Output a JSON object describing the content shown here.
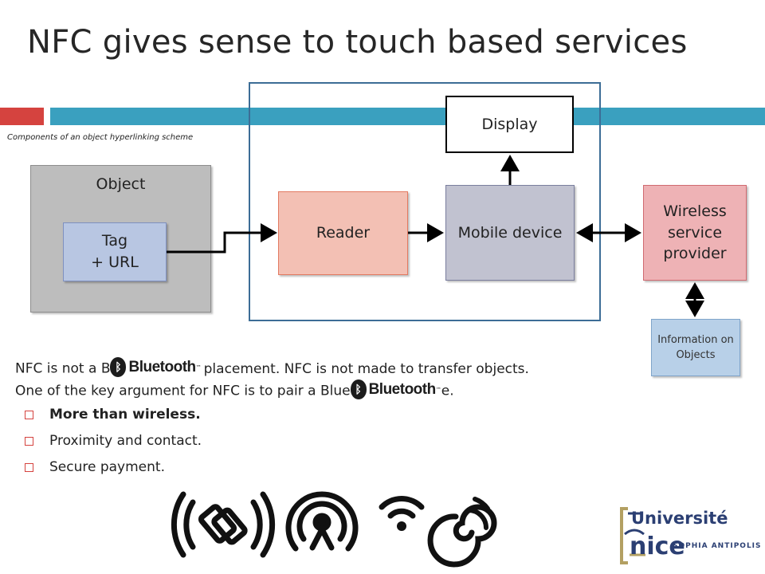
{
  "title": "NFC gives sense to touch based services",
  "subtitle": "Components of an object hyperlinking scheme",
  "diagram": {
    "object": "Object",
    "tag_line1": "Tag",
    "tag_line2": "+ URL",
    "reader": "Reader",
    "mobile_device": "Mobile device",
    "display": "Display",
    "wireless_provider": "Wireless service provider",
    "information": "Information on Objects"
  },
  "body": {
    "para1_start": "NFC is not a B",
    "para1_end": "placement. NFC is not made to transfer objects.",
    "para2_start": "One of the key argument for NFC is to pair a Blue",
    "para2_end": "e.",
    "bluetooth_word": "Bluetooth",
    "bluetooth_tm": "™",
    "bullets": [
      "More than wireless.",
      "Proximity and contact.",
      "Secure payment."
    ]
  },
  "icons": [
    "nfc-touch-icon",
    "broadcast-icon",
    "wifi-icon",
    "nfc-spiral-icon"
  ],
  "logo": {
    "name_top": "Université",
    "name_bottom": "nice",
    "tagline": "SOPHIA ANTIPOLIS"
  },
  "colors": {
    "accent_red": "#d5433f",
    "accent_teal": "#3aa0bf",
    "frame_blue": "#3c6d96",
    "logo_blue": "#2b3f73",
    "logo_olive": "#b3a062"
  }
}
